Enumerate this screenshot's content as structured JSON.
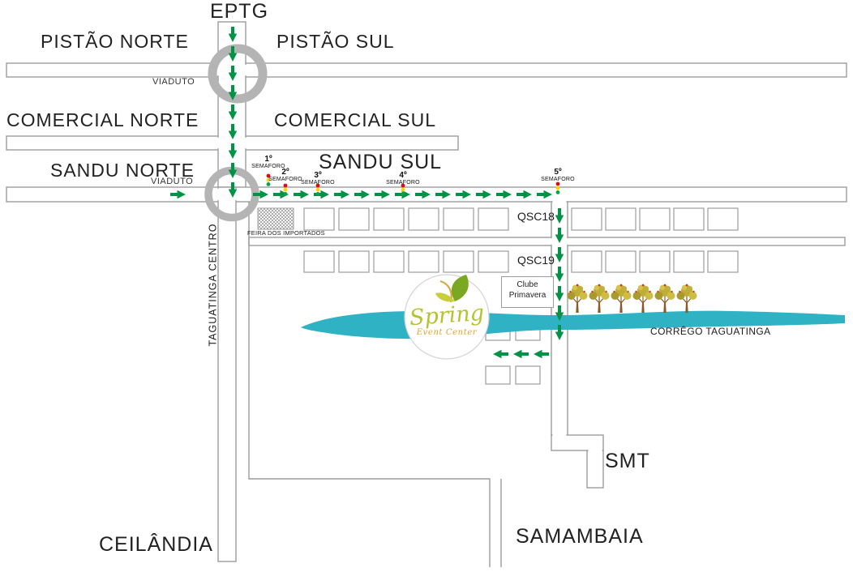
{
  "map_labels": {
    "eptg": "EPTG",
    "pistao_norte": "PISTÃO NORTE",
    "pistao_sul": "PISTÃO SUL",
    "viaduto": "VIADUTO",
    "comercial_norte": "COMERCIAL NORTE",
    "comercial_sul": "COMERCIAL SUL",
    "sandu_norte": "SANDU NORTE",
    "sandu_sul": "SANDU SUL",
    "taguatinga_centro": "TAGUATINGA CENTRO",
    "ceilandia": "CEILÂNDIA",
    "samambaia": "SAMAMBAIA",
    "smt": "SMT",
    "corrego_taguatinga": "CORRÊGO TAGUATINGA",
    "qsc18": "QSC18",
    "qsc19": "QSC19",
    "feira_dos_importados": "FEIRA DOS IMPORTADOS",
    "clube_primavera": {
      "line1": "Clube",
      "line2": "Primavera"
    }
  },
  "semaforos": [
    {
      "num": "1º",
      "label": "SEMAFORO"
    },
    {
      "num": "2º",
      "label": "SEMAFORO"
    },
    {
      "num": "3º",
      "label": "SEMAFORO"
    },
    {
      "num": "4º",
      "label": "SEMAFORO"
    },
    {
      "num": "5º",
      "label": "SEMAFORO"
    }
  ],
  "logo": {
    "name": "Spring",
    "subtitle": "Event Center"
  },
  "colors": {
    "route_arrow": "#009245",
    "water": "#2fb2c4",
    "road_stroke": "#9c9c9c",
    "viaduto_ring": "#b4b4b4",
    "logo_green": "#b4c32f",
    "logo_leaf": "#7aa821",
    "logo_orange": "#e2a23b",
    "traffic_red": "#e30613",
    "traffic_yellow": "#ffd400",
    "traffic_green": "#00a44a",
    "tree_foliage": "#bfae35",
    "tree_trunk": "#8a5a28"
  },
  "icons": {
    "traffic_light_icon": "three stacked dots red/yellow/green",
    "tree_icon": "round olive foliage with brown trunk",
    "route_arrow_icon": "short green arrow segment",
    "leaf_icon": "green leaf with yellow stem curl"
  }
}
